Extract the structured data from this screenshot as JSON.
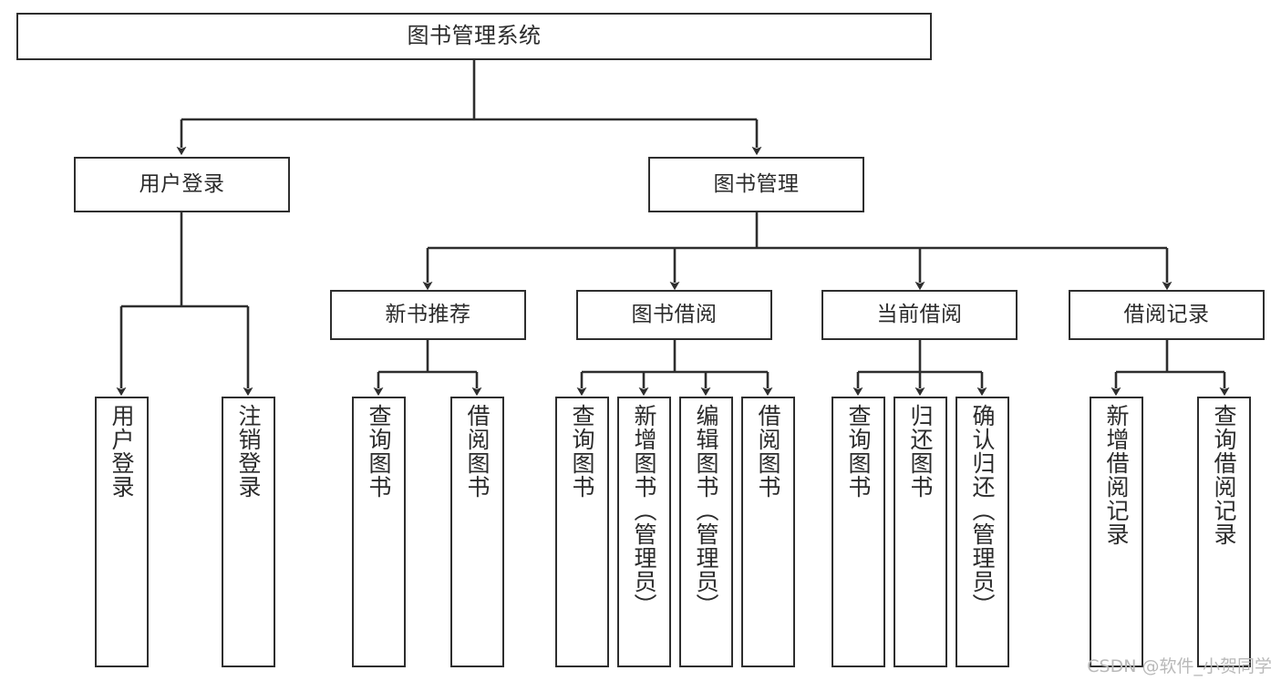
{
  "diagram": {
    "title": "图书管理系统",
    "watermark": "CSDN @软件_小贺同学",
    "stroke_color": "#2e2e2e",
    "text_color": "#2b2b2b",
    "background": "#ffffff",
    "root": {
      "label": "图书管理系统"
    },
    "level2": [
      {
        "label": "用户登录"
      },
      {
        "label": "图书管理"
      }
    ],
    "level3": [
      {
        "label": "新书推荐"
      },
      {
        "label": "图书借阅"
      },
      {
        "label": "当前借阅"
      },
      {
        "label": "借阅记录"
      }
    ],
    "leaves": {
      "user_login": [
        {
          "label": "用户登录"
        },
        {
          "label": "注销登录"
        }
      ],
      "new_book": [
        {
          "label": "查询图书"
        },
        {
          "label": "借阅图书"
        }
      ],
      "book_borrow": [
        {
          "label": "查询图书"
        },
        {
          "label": "新增图书（管理员）"
        },
        {
          "label": "编辑图书（管理员）"
        },
        {
          "label": "借阅图书"
        }
      ],
      "current_borrow": [
        {
          "label": "查询图书"
        },
        {
          "label": "归还图书"
        },
        {
          "label": "确认归还（管理员）"
        }
      ],
      "borrow_record": [
        {
          "label": "新增借阅记录"
        },
        {
          "label": "查询借阅记录"
        }
      ]
    }
  }
}
